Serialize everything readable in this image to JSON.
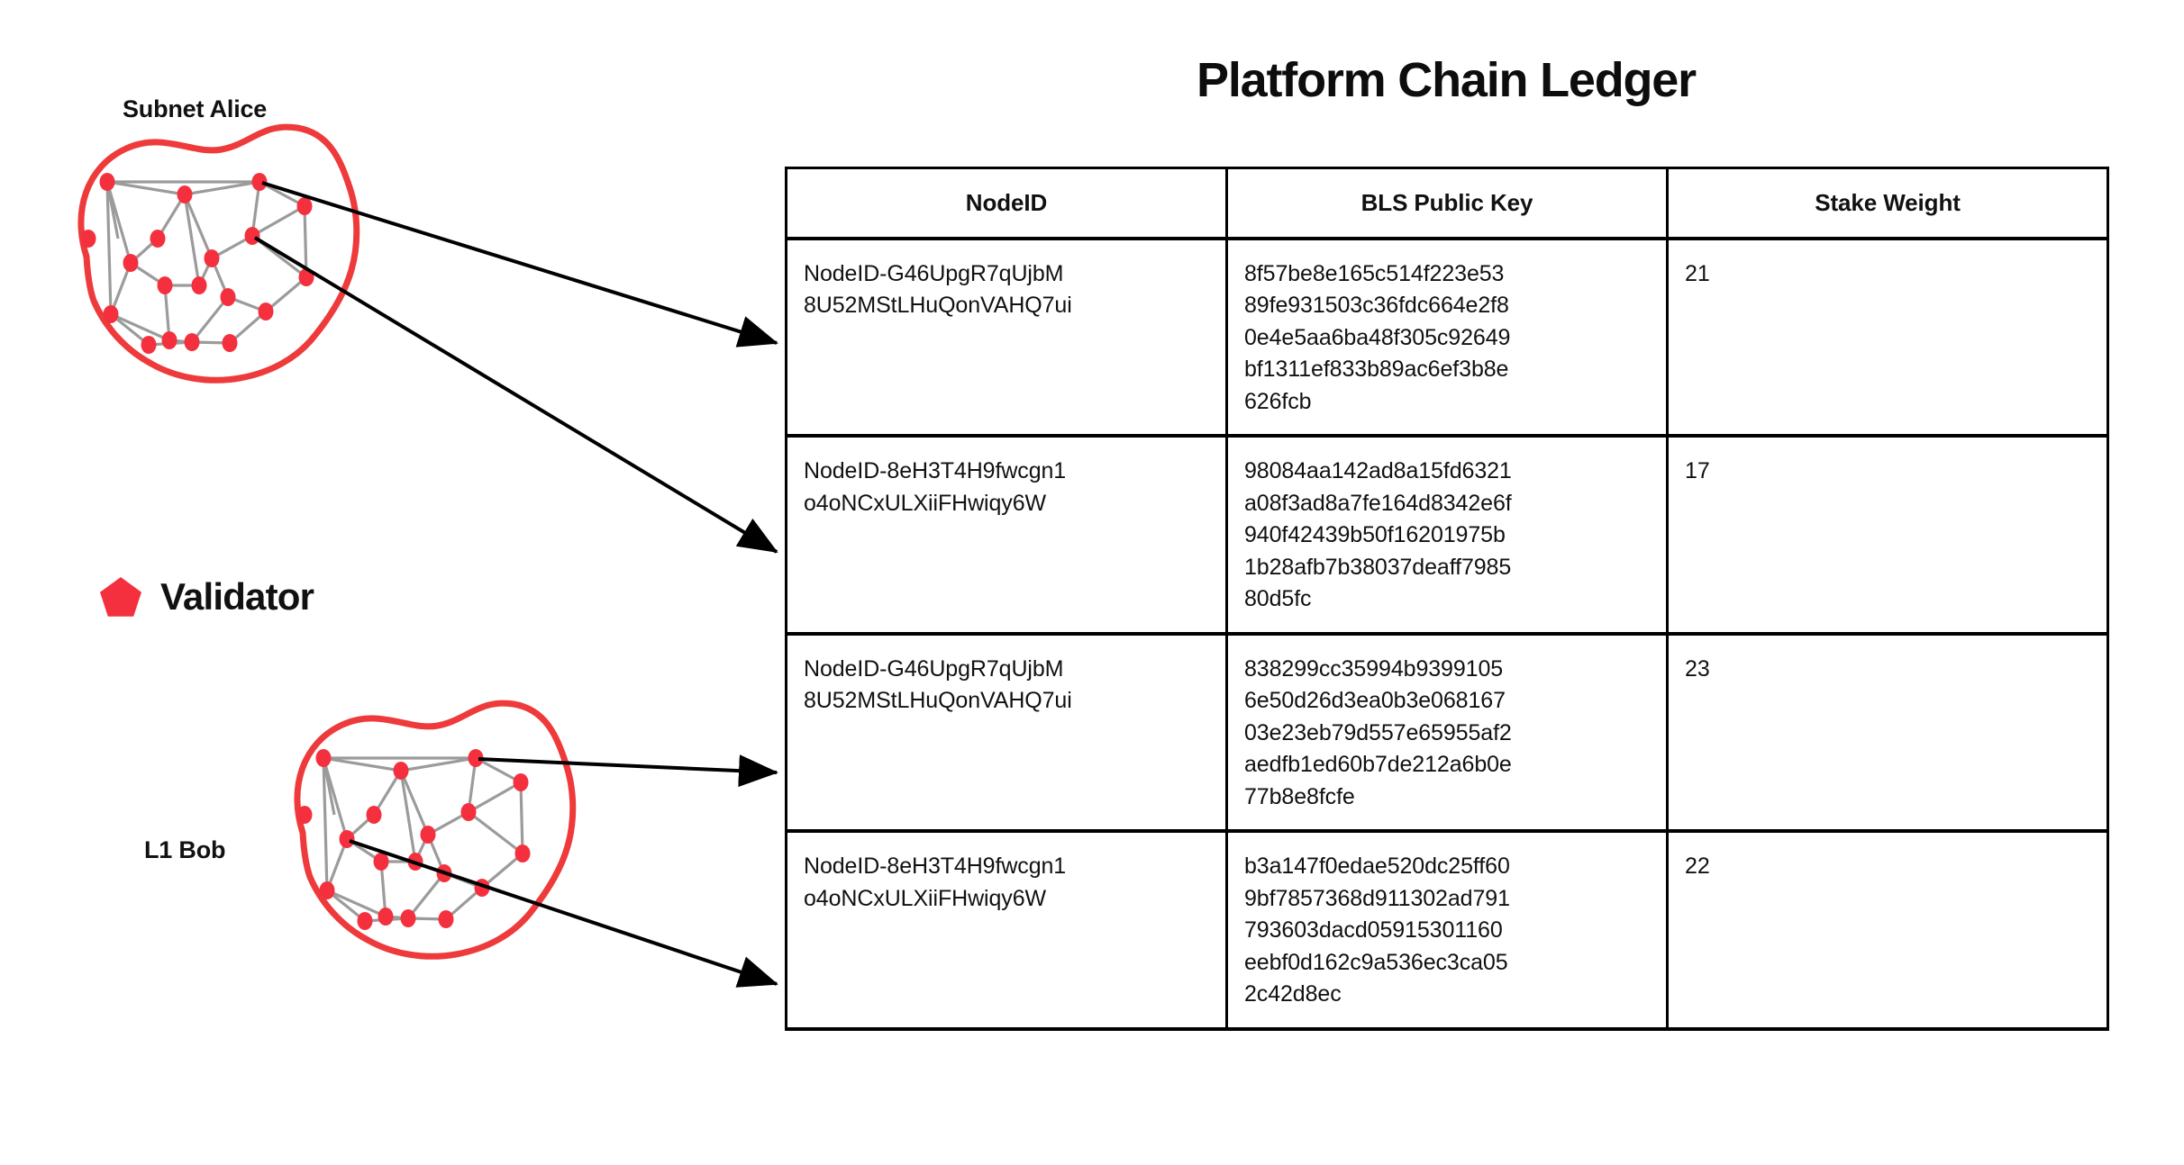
{
  "colors": {
    "validator_red": "#F5303E",
    "blob_outline": "#EE3A3A",
    "edge_gray": "#9B9B9B",
    "arrow_black": "#000000",
    "table_border": "#000000",
    "text": "#111111"
  },
  "diagram": {
    "subnet_alice_label": "Subnet Alice",
    "l1_bob_label": "L1 Bob",
    "legend": {
      "icon": "pentagon-icon",
      "label": "Validator"
    },
    "arrows": [
      {
        "name": "arrow-alice-row1",
        "from": "subnet-alice-node-top-right",
        "to": "ledger-row-1"
      },
      {
        "name": "arrow-alice-row2",
        "from": "subnet-alice-node-mid",
        "to": "ledger-row-2"
      },
      {
        "name": "arrow-bob-row3",
        "from": "l1-bob-node-top-right",
        "to": "ledger-row-3"
      },
      {
        "name": "arrow-bob-row4",
        "from": "l1-bob-node-mid-left",
        "to": "ledger-row-4"
      }
    ]
  },
  "ledger": {
    "title": "Platform Chain Ledger",
    "columns": [
      "NodeID",
      "BLS Public Key",
      "Stake Weight"
    ],
    "rows": [
      {
        "node_id": "NodeID-G46UpgR7qUjbM8U52MStLHuQonVAHQ7ui",
        "bls_public_key": "8f57be8e165c514f223e5389fe931503c36fdc664e2f80e4e5aa6ba48f305c92649bf1311ef833b89ac6ef3b8e626fcb",
        "stake_weight": "21"
      },
      {
        "node_id": "NodeID-8eH3T4H9fwcgn1o4oNCxULXiiFHwiqy6W",
        "bls_public_key": "98084aa142ad8a15fd6321a08f3ad8a7fe164d8342e6f940f42439b50f16201975b1b28afb7b38037deaff798580d5fc",
        "stake_weight": "17"
      },
      {
        "node_id": "NodeID-G46UpgR7qUjbM8U52MStLHuQonVAHQ7ui",
        "bls_public_key": "838299cc35994b93991056e50d26d3ea0b3e06816703e23eb79d557e65955af2aedfb1ed60b7de212a6b0e77b8e8fcfe",
        "stake_weight": "23"
      },
      {
        "node_id": "NodeID-8eH3T4H9fwcgn1o4oNCxULXiiFHwiqy6W",
        "bls_public_key": "b3a147f0edae520dc25ff609bf7857368d911302ad791793603dacd05915301160eebf0d162c9a536ec3ca052c42d8ec",
        "stake_weight": "22"
      }
    ]
  }
}
